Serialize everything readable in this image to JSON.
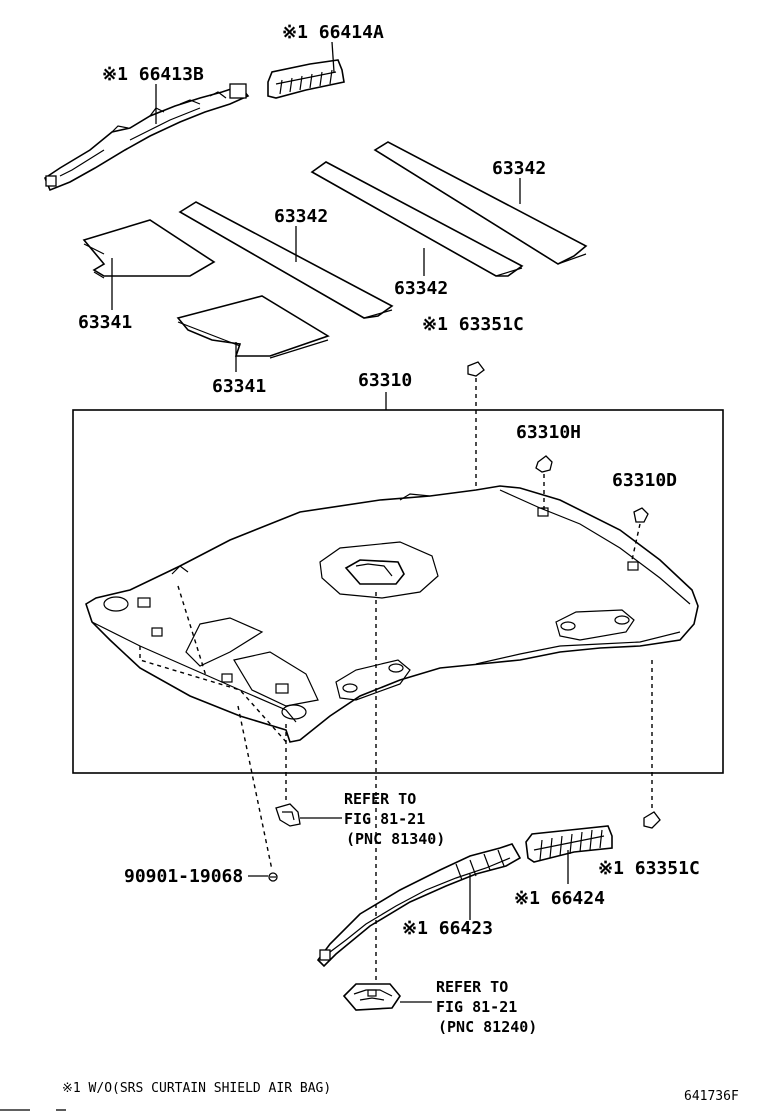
{
  "labels": {
    "p166414a": "※1 66414A",
    "p166413b": "※1 66413B",
    "p63342_right": "63342",
    "p63342_mid": "63342",
    "p63342_low": "63342",
    "p63341_left": "63341",
    "p63341_low": "63341",
    "p63351c_top": "※1 63351C",
    "p63310": "63310",
    "p63310h": "63310H",
    "p63310d": "63310D",
    "p90901": "90901-19068",
    "p63351c_bottom": "※1 63351C",
    "p166424": "※1 66424",
    "p166423": "※1 66423"
  },
  "refs": {
    "upper": {
      "line1": "REFER TO",
      "line2": "FIG 81-21",
      "line3": "(PNC 81340)"
    },
    "lower": {
      "line1": "REFER TO",
      "line2": "FIG 81-21",
      "line3": "(PNC 81240)"
    }
  },
  "footnote": "※1 W/O(SRS CURTAIN SHIELD AIR BAG)",
  "figure_id": "641736F"
}
